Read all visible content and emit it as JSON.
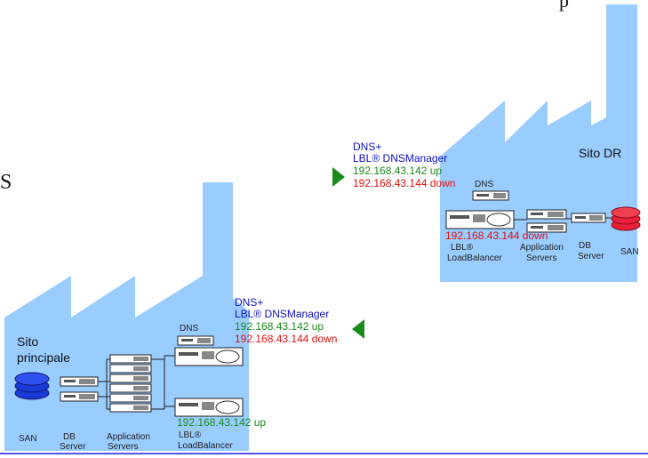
{
  "partial_text_top": "p",
  "partial_text_left": "S",
  "dr_site": {
    "title": "Sito DR",
    "dns_label": "DNS",
    "header_line1": "DNS+",
    "header_line2": "LBL® DNSManager",
    "ip_up": "192.168.43.142 up",
    "ip_down": "192.168.43.144 down",
    "lb_ip": "192.168.43.144 down",
    "lb_label_1": "LBL®",
    "lb_label_2": "LoadBalancer",
    "app_label_1": "Application",
    "app_label_2": "Servers",
    "db_label_1": "DB",
    "db_label_2": "Server",
    "san_label": "SAN"
  },
  "main_site": {
    "title_1": "Sito",
    "title_2": "principale",
    "dns_label": "DNS",
    "header_line1": "DNS+",
    "header_line2": "LBL® DNSManager",
    "ip_up": "192.168.43.142 up",
    "ip_down": "192.168.43.144 down",
    "lb_ip": "192.168.43.142 up",
    "lb_label_1": "LBL®",
    "lb_label_2": "LoadBalancer",
    "app_label_1": "Application",
    "app_label_2": "Servers",
    "db_label_1": "DB",
    "db_label_2": "Server",
    "san_label": "SAN"
  },
  "colors": {
    "factory": "#99ccff",
    "blue_text": "#1010c8",
    "green_text": "#1a8a1a",
    "red_text": "#e01010",
    "san_dr": "#e8203a",
    "san_main": "#1a3ad8",
    "arrow": "#1a8a1a",
    "bottom_line": "#1a1ae0"
  }
}
